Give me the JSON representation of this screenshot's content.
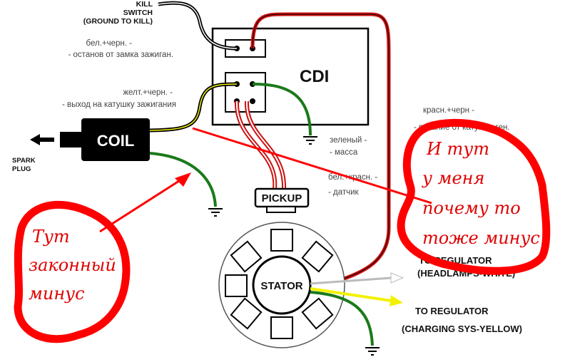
{
  "labels": {
    "kill_switch": [
      "KILL",
      "SWITCH",
      "(GROUND TO KILL)"
    ],
    "white_black": [
      "бел.+черн. -",
      "- останов от замка зажиган."
    ],
    "yellow_black": [
      "желт.+черн. -",
      "- выход на катушку зажигания"
    ],
    "red_black": [
      "красн.+черн -",
      "- питание от катушки ген."
    ],
    "green": [
      "зеленый -",
      "- масса"
    ],
    "white_red": [
      "бел.+красн. -",
      "- датчик"
    ],
    "spark_plug": [
      "SPARK",
      "PLUG"
    ],
    "cdi": "CDI",
    "coil": "COIL",
    "pickup": "PICKUP",
    "stator": "STATOR",
    "regulator_white": [
      "TO REGULATOR",
      "(HEADLAMPS-WHITE)"
    ],
    "regulator_yellow": [
      "TO REGULATOR",
      "(CHARGING SYS-YELLOW)"
    ]
  },
  "annotations": {
    "left": [
      "Тут",
      "законный",
      "минус"
    ],
    "right": [
      "И тут",
      "у меня",
      "почему то",
      "тоже минус"
    ]
  },
  "colors": {
    "annotation_red": "#ff0000",
    "wire_red": "#cc1111",
    "wire_green": "#1a7a1a",
    "wire_yellow": "#f2f200"
  }
}
